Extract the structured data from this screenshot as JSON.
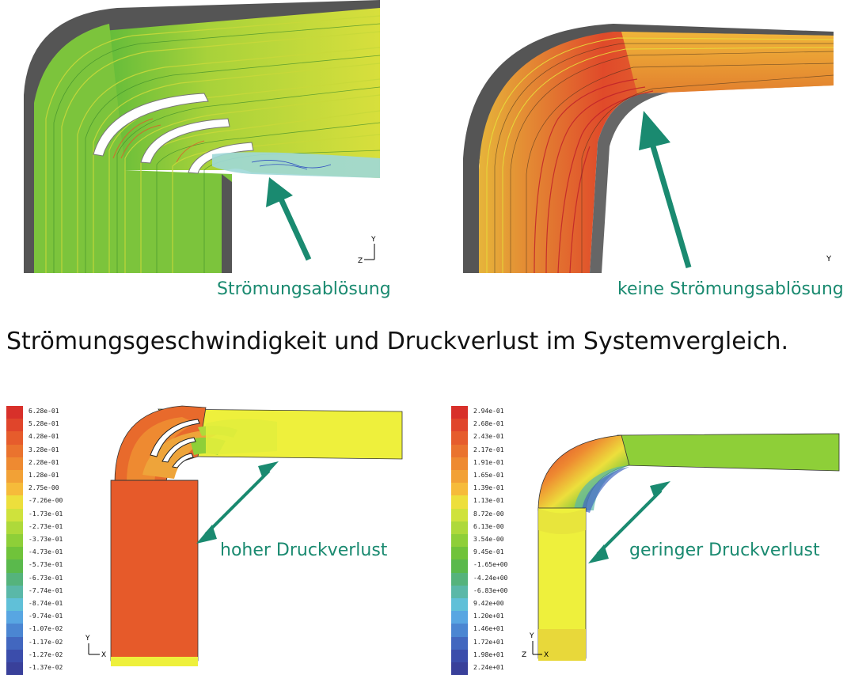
{
  "title": "Strömungsgeschwindigkeit und Druckverlust im Systemvergleich.",
  "top_left": {
    "caption": "Strömungsablösung"
  },
  "top_right": {
    "caption": "keine Strömungsablösung"
  },
  "bottom_left": {
    "caption": "hoher Druckverlust",
    "legend": [
      "6.28e-01",
      "5.28e-01",
      "4.28e-01",
      "3.28e-01",
      "2.28e-01",
      "1.28e-01",
      "2.75e-00",
      "-7.26e-00",
      "-1.73e-01",
      "-2.73e-01",
      "-3.73e-01",
      "-4.73e-01",
      "-5.73e-01",
      "-6.73e-01",
      "-7.74e-01",
      "-8.74e-01",
      "-9.74e-01",
      "-1.07e-02",
      "-1.17e-02",
      "-1.27e-02",
      "-1.37e-02"
    ]
  },
  "bottom_right": {
    "caption": "geringer Druckverlust",
    "legend": [
      "2.94e-01",
      "2.68e-01",
      "2.43e-01",
      "2.17e-01",
      "1.91e-01",
      "1.65e-01",
      "1.39e-01",
      "1.13e-01",
      "8.72e-00",
      "6.13e-00",
      "3.54e-00",
      "9.45e-01",
      "-1.65e+00",
      "-4.24e+00",
      "-6.83e+00",
      "9.42e+00",
      "1.20e+01",
      "1.46e+01",
      "1.72e+01",
      "1.98e+01",
      "2.24e+01"
    ]
  },
  "legend_colors": [
    "#d8302a",
    "#e0452b",
    "#e65c2c",
    "#ea732e",
    "#ee8a31",
    "#f2a136",
    "#f6bb3a",
    "#eddf3c",
    "#cfe23c",
    "#aed93a",
    "#8ecf38",
    "#70c33a",
    "#5ab94c",
    "#55b37c",
    "#5ab8a8",
    "#60c0d8",
    "#58a6e2",
    "#4b86d2",
    "#4267bf",
    "#3b4dab",
    "#39409a"
  ],
  "axis_labels": {
    "y": "Y",
    "z": "Z",
    "x": "X"
  },
  "accent_color": "#1a8a70"
}
